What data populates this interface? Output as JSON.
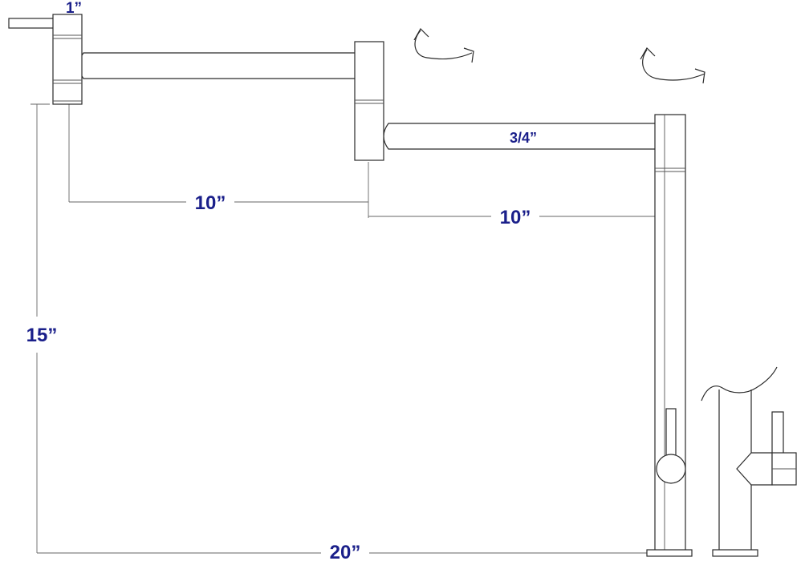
{
  "dimensions": {
    "inlet_diameter": "1”",
    "pipe_diameter": "3/4”",
    "arm_length_1": "10”",
    "arm_length_2": "10”",
    "height": "15”",
    "total_reach": "20”"
  },
  "colors": {
    "label": "#1a1f8a",
    "line": "#2a2a2a"
  }
}
